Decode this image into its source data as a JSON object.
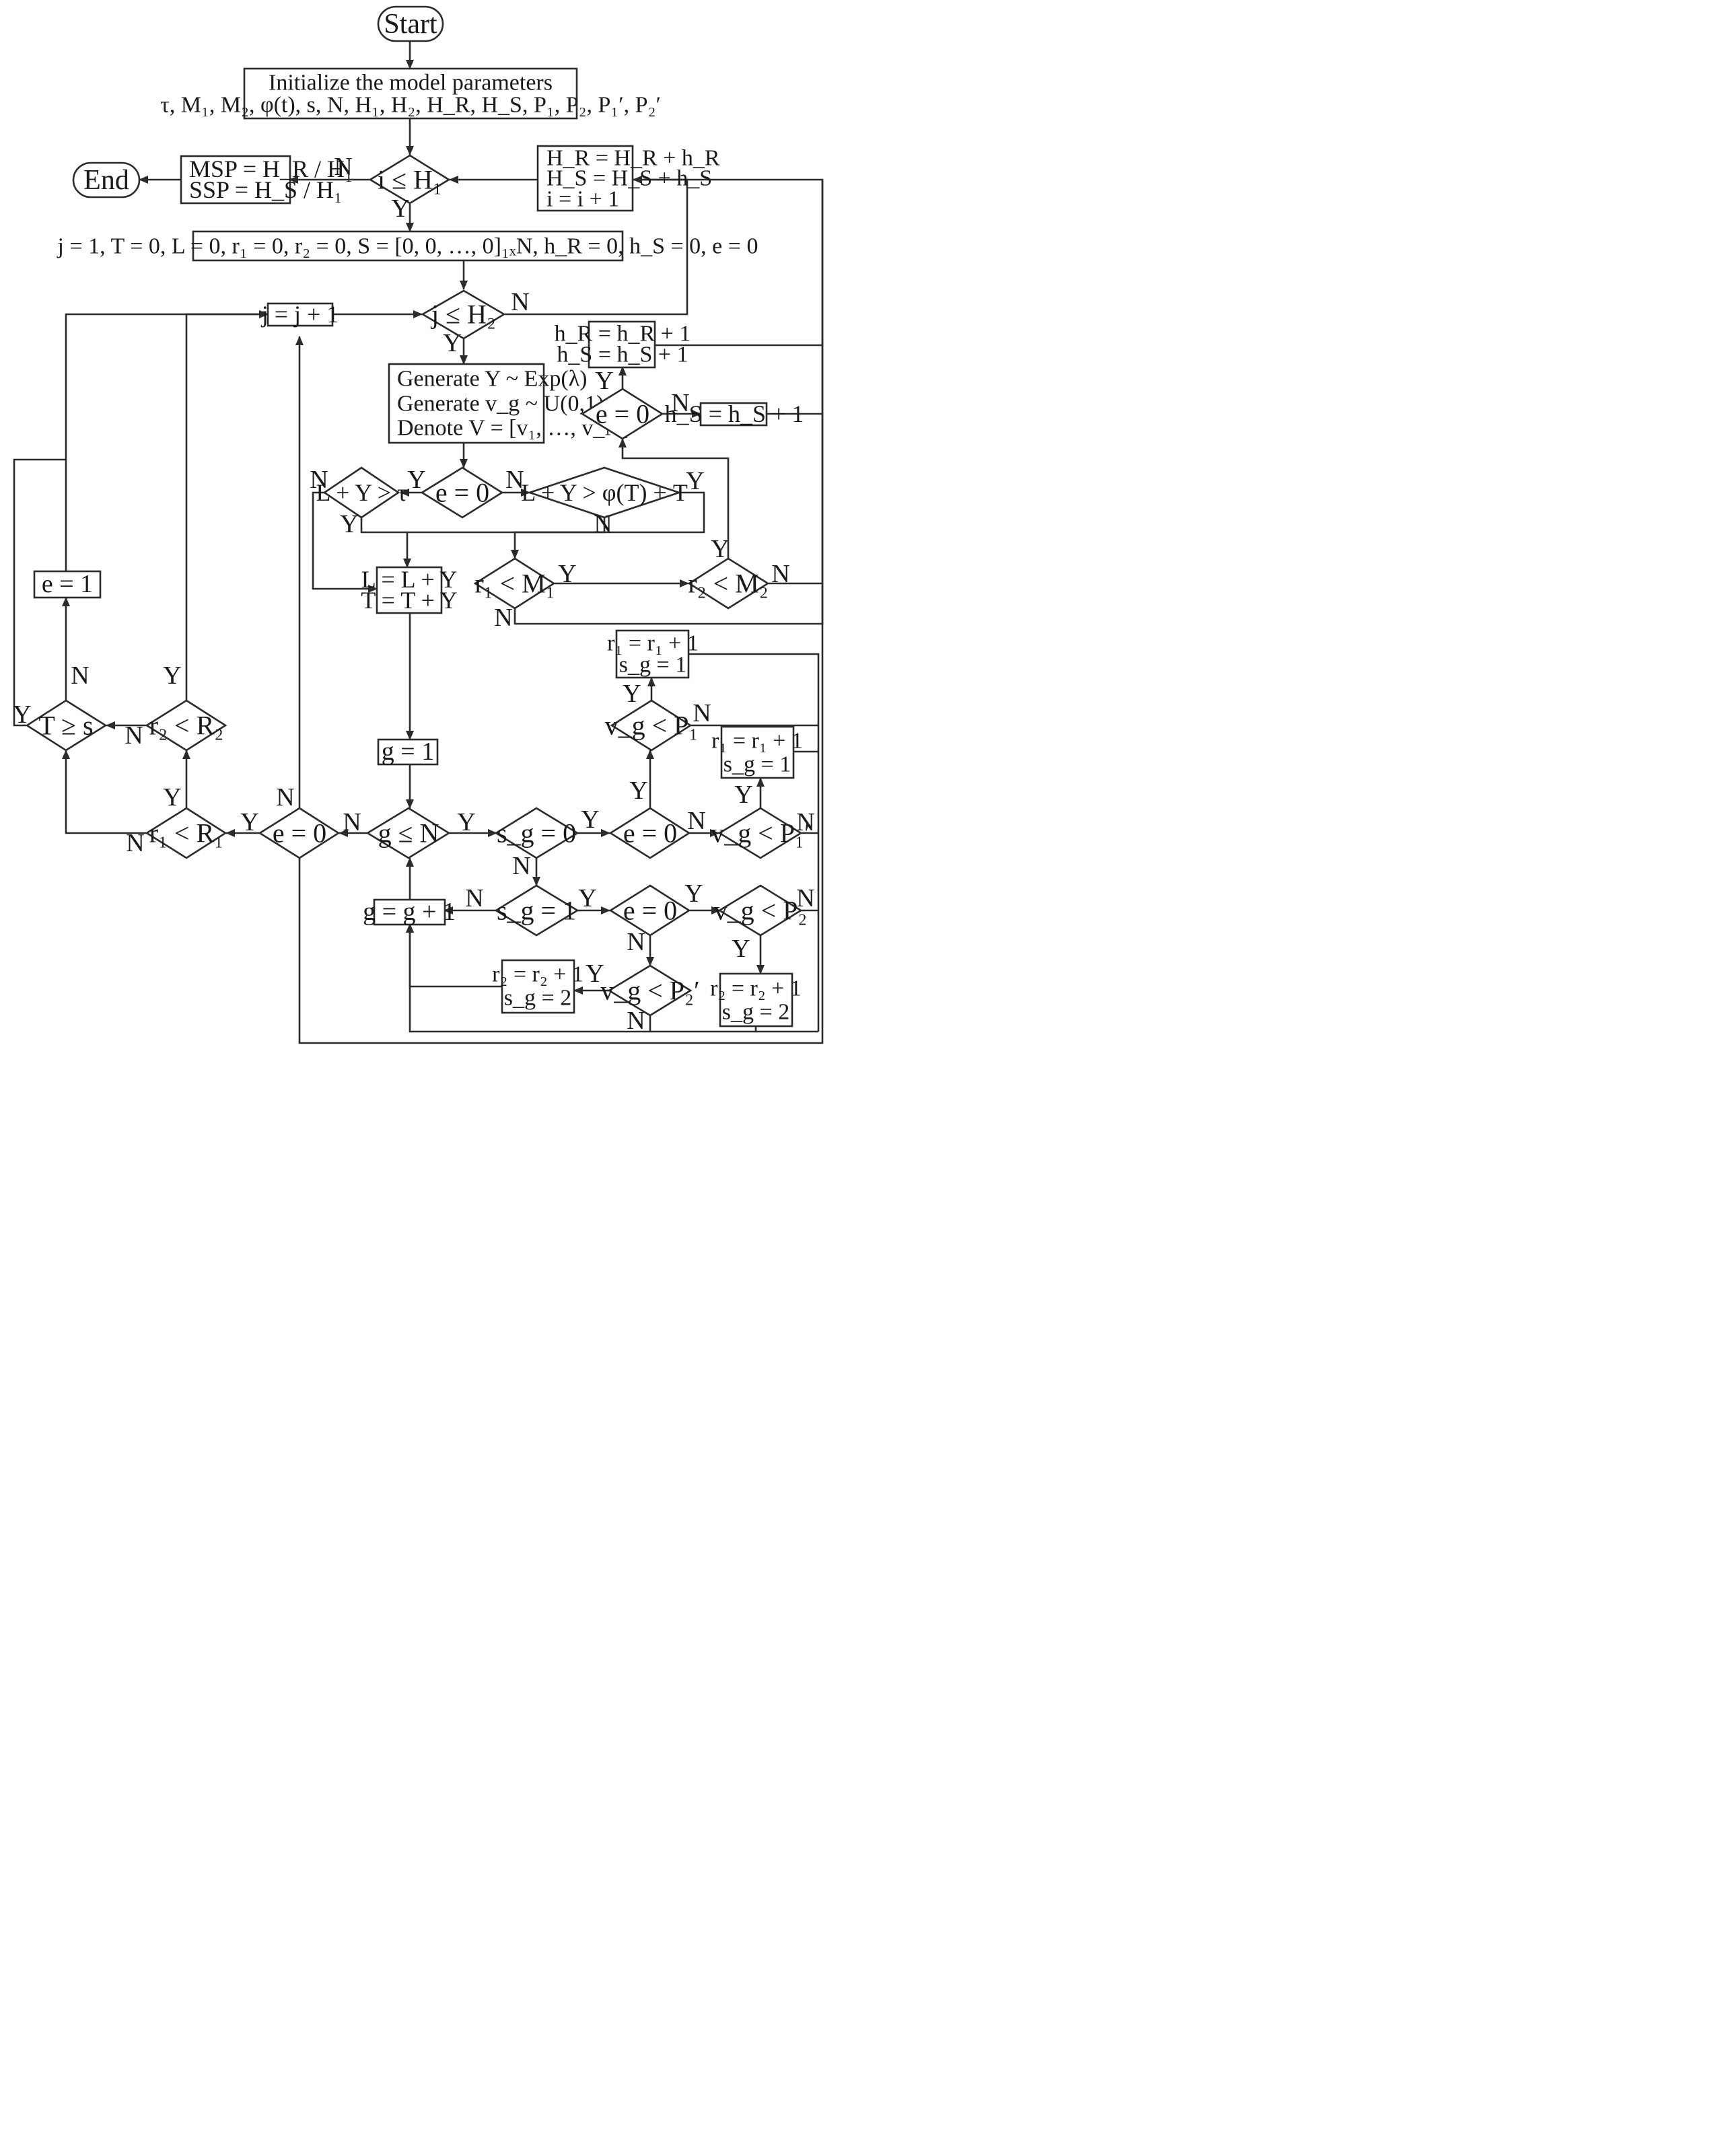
{
  "flowchart": {
    "start": "Start",
    "end": "End",
    "init_title": "Initialize the model parameters",
    "init_params": "τ, M₁, M₂, φ(t), s, N, H₁, H₂, H_R, H_S, P₁, P₂, P₁′, P₂′",
    "msp": "MSP = H_R / H₁",
    "ssp": "SSP = H_S / H₁",
    "cond_i": "i ≤ H₁",
    "upd_i": [
      "H_R = H_R + h_R",
      "H_S = H_S + h_S",
      "i = i + 1"
    ],
    "reset": "j = 1, T = 0, L = 0, r₁ = 0, r₂ = 0, S = [0, 0, …, 0]₁ₓN, h_R = 0, h_S = 0, e = 0",
    "inc_j": "j = j + 1",
    "cond_j": "j ≤ H₂",
    "gen": [
      "Generate  Y ~ Exp(λ)",
      "Generate  v_g ~ U(0,1)",
      "Denote    V = [v₁, …, v_N]"
    ],
    "upd_h_both": [
      "h_R = h_R + 1",
      "h_S = h_S + 1"
    ],
    "upd_hs": "h_S = h_S + 1",
    "cond_e": "e = 0",
    "cond_ly_tau": "L + Y > τ",
    "cond_ly_phi": "L + Y > φ(T) + T",
    "upd_lt": [
      "L = L + Y",
      "T = T + Y"
    ],
    "cond_r1_m1": "r₁ < M₁",
    "cond_r2_m2": "r₂ < M₂",
    "set_e1": "e = 1",
    "cond_t_s": "T ≥ s",
    "cond_r2_R2": "r₂ < R₂",
    "cond_r1_R1": "r₁ < R₁",
    "set_g1": "g = 1",
    "cond_g_n": "g ≤ N",
    "inc_g": "g = g + 1",
    "cond_sg0": "s_g = 0",
    "cond_sg1": "s_g = 1",
    "cond_vg_p1": "v_g < P₁",
    "cond_vg_p1p": "v_g < P₁′",
    "cond_vg_p2": "v_g < P₂",
    "cond_vg_p2p": "v_g < P₂′",
    "upd_r1": [
      "r₁ = r₁ + 1",
      "s_g = 1"
    ],
    "upd_r2": [
      "r₂ = r₂ + 1",
      "s_g = 2"
    ],
    "yes": "Y",
    "no": "N"
  }
}
